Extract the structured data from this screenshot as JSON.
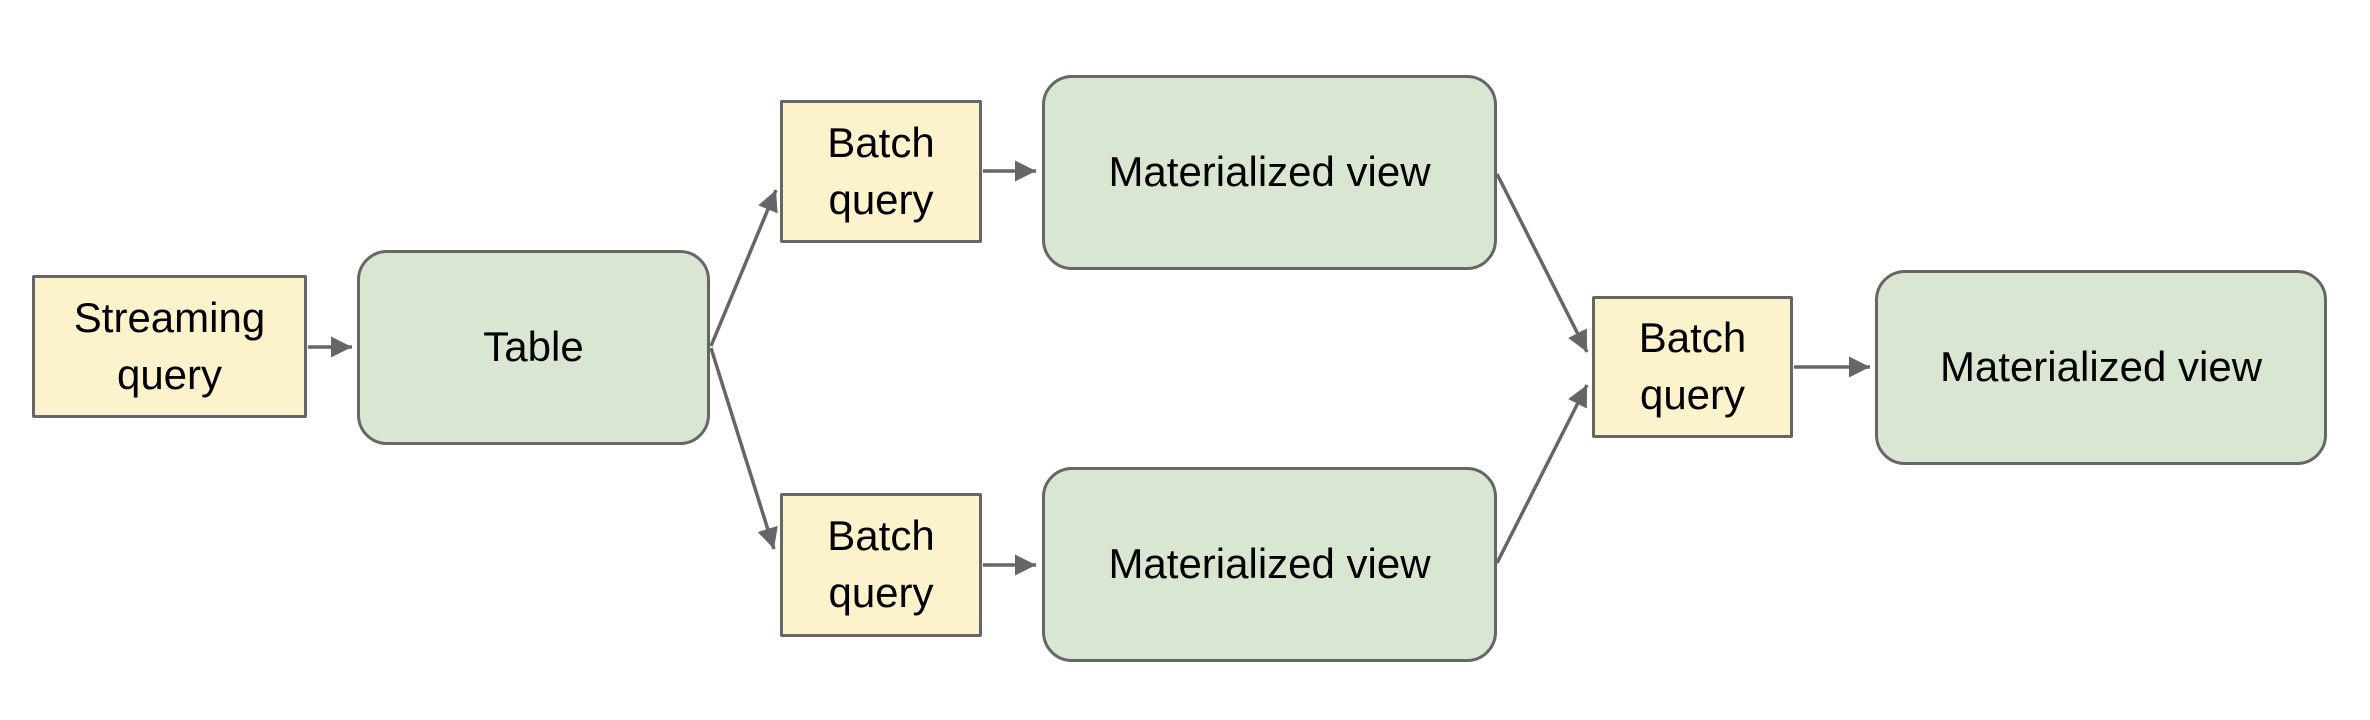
{
  "diagram": {
    "colors": {
      "query_fill": "#fcf2cc",
      "data_fill": "#d9e7d2",
      "border": "#666666",
      "line": "#666666",
      "text": "#000000",
      "background": "#ffffff"
    },
    "nodes": [
      {
        "id": "streaming-query",
        "label": "Streaming query",
        "shape": "rectangle",
        "role": "query"
      },
      {
        "id": "table",
        "label": "Table",
        "shape": "rounded-rectangle",
        "role": "dataset"
      },
      {
        "id": "batch-query-top",
        "label": "Batch query",
        "shape": "rectangle",
        "role": "query"
      },
      {
        "id": "materialized-view-top",
        "label": "Materialized view",
        "shape": "rounded-rectangle",
        "role": "dataset"
      },
      {
        "id": "batch-query-bottom",
        "label": "Batch query",
        "shape": "rectangle",
        "role": "query"
      },
      {
        "id": "materialized-view-bottom",
        "label": "Materialized view",
        "shape": "rounded-rectangle",
        "role": "dataset"
      },
      {
        "id": "batch-query-right",
        "label": "Batch query",
        "shape": "rectangle",
        "role": "query"
      },
      {
        "id": "materialized-view-final",
        "label": "Materialized view",
        "shape": "rounded-rectangle",
        "role": "dataset"
      }
    ],
    "edges": [
      {
        "from": "streaming-query",
        "to": "table"
      },
      {
        "from": "table",
        "to": "batch-query-top"
      },
      {
        "from": "table",
        "to": "batch-query-bottom"
      },
      {
        "from": "batch-query-top",
        "to": "materialized-view-top"
      },
      {
        "from": "batch-query-bottom",
        "to": "materialized-view-bottom"
      },
      {
        "from": "materialized-view-top",
        "to": "batch-query-right"
      },
      {
        "from": "materialized-view-bottom",
        "to": "batch-query-right"
      },
      {
        "from": "batch-query-right",
        "to": "materialized-view-final"
      }
    ]
  }
}
